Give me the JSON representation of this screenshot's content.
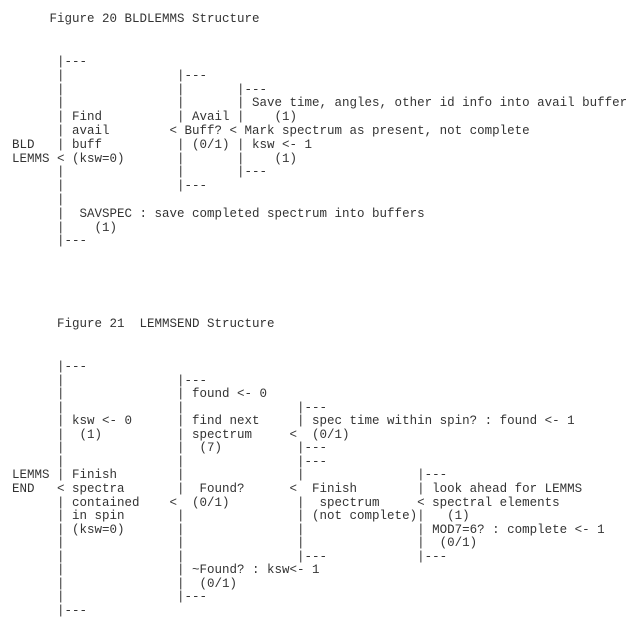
{
  "figure20": {
    "title": "     Figure 20 BLDLEMMS Structure",
    "lines": [
      "      |---",
      "      |               |---",
      "      |               |       |---",
      "      |               |       | Save time, angles, other id info into avail buffer",
      "      | Find          | Avail |    (1)",
      "      | avail        < Buff? < Mark spectrum as present, not complete",
      "BLD   | buff          | (0/1) | ksw <- 1",
      "LEMMS < (ksw=0)       |       |    (1)",
      "      |               |       |---",
      "      |               |---",
      "      |",
      "      |  SAVSPEC : save completed spectrum into buffers",
      "      |    (1)",
      "      |---"
    ]
  },
  "figure21": {
    "title": "      Figure 21  LEMMSEND Structure",
    "lines": [
      "      |---",
      "      |               |---",
      "      |               | found <- 0",
      "      |               |               |---",
      "      | ksw <- 0      | find next     | spec time within spin? : found <- 1",
      "      |  (1)          | spectrum     <  (0/1)",
      "      |               |  (7)          |---",
      "      |               |               |---",
      "LEMMS | Finish        |               |               |---",
      "END   < spectra       |  Found?      <  Finish        | look ahead for LEMMS",
      "      | contained    <  (0/1)         |  spectrum     < spectral elements",
      "      | in spin       |               | (not complete)|   (1)",
      "      | (ksw=0)       |               |               | MOD7=6? : complete <- 1",
      "      |               |               |               |  (0/1)",
      "      |               |               |---            |---",
      "      |               | ~Found? : ksw<- 1",
      "      |               |  (0/1)",
      "      |               |---",
      "      |---"
    ]
  }
}
